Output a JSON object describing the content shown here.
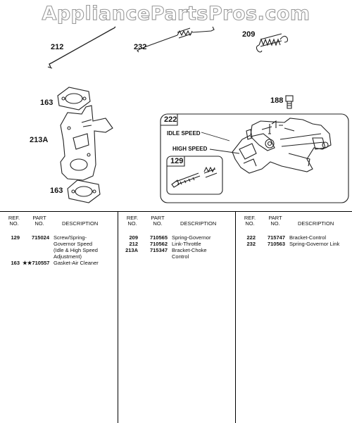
{
  "watermark": "AppliancePartsPros.com",
  "callouts": {
    "c212": "212",
    "c232": "232",
    "c209": "209",
    "c163a": "163",
    "c213a": "213A",
    "c163b": "163",
    "c188": "188",
    "c222": "222",
    "c129": "129",
    "idle": "IDLE SPEED",
    "high": "HIGH SPEED"
  },
  "table": {
    "headers": {
      "ref_line1": "REF.",
      "ref_line2": "NO.",
      "part_line1": "PART",
      "part_line2": "NO.",
      "desc": "DESCRIPTION"
    },
    "columns": [
      [
        {
          "ref": "129",
          "part": "715024",
          "desc": [
            "Screw/Spring-",
            "Governor Speed",
            "(Idle & High Speed",
            "Adjustment)"
          ]
        },
        {
          "ref": "163",
          "part": "★★710557",
          "desc": [
            "Gasket-Air Cleaner"
          ]
        }
      ],
      [
        {
          "ref": "209",
          "part": "710565",
          "desc": [
            "Spring-Governor"
          ]
        },
        {
          "ref": "212",
          "part": "710562",
          "desc": [
            "Link-Throttle"
          ]
        },
        {
          "ref": "213A",
          "part": "715347",
          "desc": [
            "Bracket-Choke",
            "Control"
          ]
        }
      ],
      [
        {
          "ref": "222",
          "part": "715747",
          "desc": [
            "Bracket-Control"
          ]
        },
        {
          "ref": "232",
          "part": "710563",
          "desc": [
            "Spring-Governor Link"
          ]
        }
      ]
    ]
  }
}
